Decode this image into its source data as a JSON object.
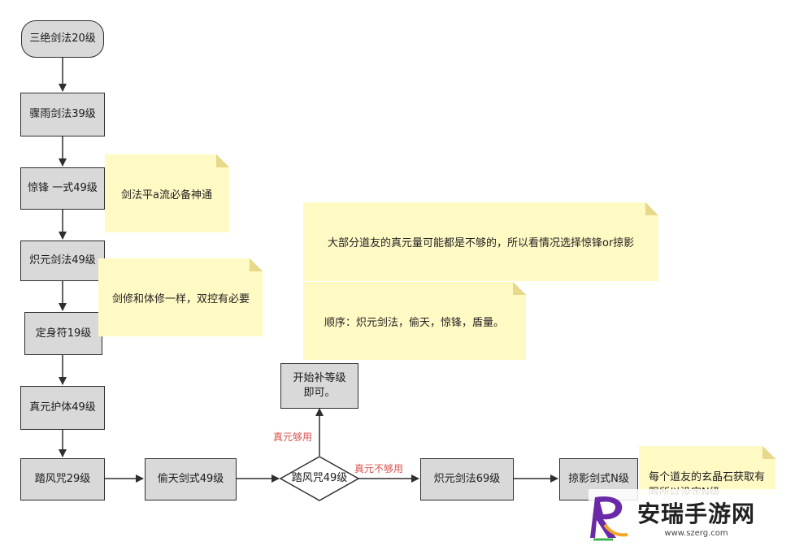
{
  "nodes": {
    "n1": "三绝剑法20级",
    "n2": "骤雨剑法39级",
    "n3": "惊锋 一式49级",
    "n4": "炽元剑法49级",
    "n5": "定身符19级",
    "n6": "真元护体49级",
    "n7": "踏风咒29级",
    "n8": "偷天剑式49级",
    "n9": "踏风咒49级",
    "n10": "开始补等级\n即可。",
    "n11": "炽元剑法69级",
    "n12": "掠影剑式N级"
  },
  "edge_labels": {
    "enough": "真元够用",
    "not_enough": "真元不够用"
  },
  "notes": {
    "note1": "剑法平a流必备神通",
    "note2": "剑修和体修一样，双控有必要",
    "note3": "大部分道友的真元量可能都是不够的，所以看情况选择惊锋or掠影",
    "note4": "顺序：炽元剑法，偷天，惊锋，盾量。",
    "note5": "每个道友的玄晶石获取有限所以没定N级"
  },
  "watermark": {
    "title": "安瑞手游网",
    "url": "www.szerg.com"
  },
  "colors": {
    "node_fill": "#d9d9d9",
    "node_border": "#2f2f2f",
    "note_fill": "#fff9c4",
    "edge_label": "#d9534f"
  }
}
